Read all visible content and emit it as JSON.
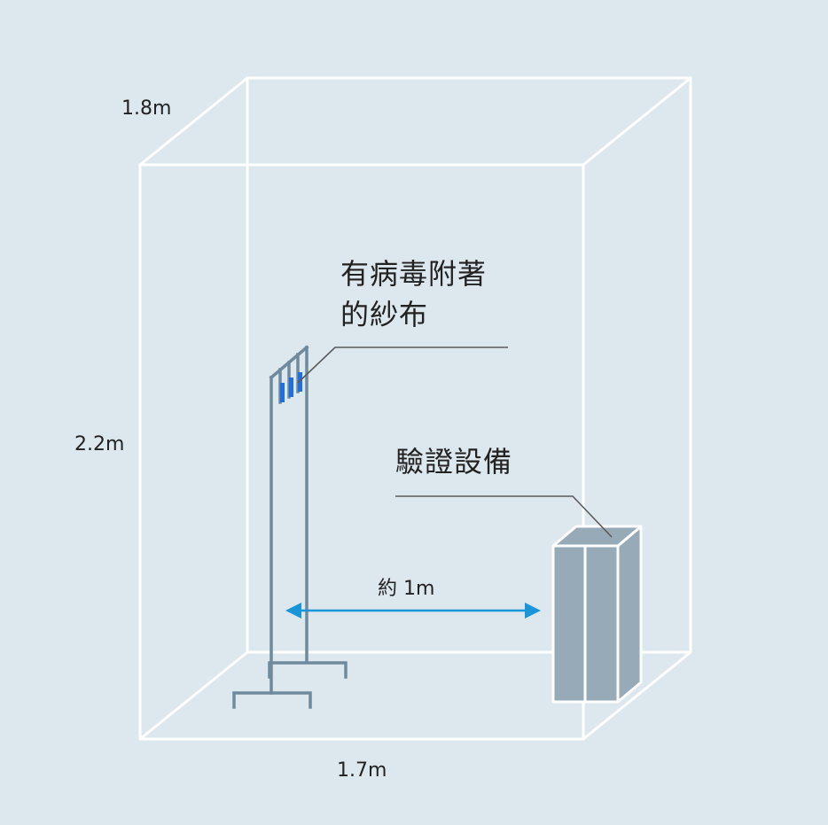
{
  "dimensions": {
    "depth": "1.8m",
    "height": "2.2m",
    "width": "1.7m"
  },
  "distance_label": "約 1m",
  "gauze_label": [
    "有病毒附著",
    "的紗布"
  ],
  "device_label": "驗證設備",
  "colors": {
    "background": "#dde7ee",
    "room_lines": "#ffffff",
    "stand": "#6f8a9c",
    "gauze": "#1f6fe0",
    "device_fill": "#97aab8",
    "arrow": "#1a96d8",
    "leader": "#5a5a5a"
  }
}
